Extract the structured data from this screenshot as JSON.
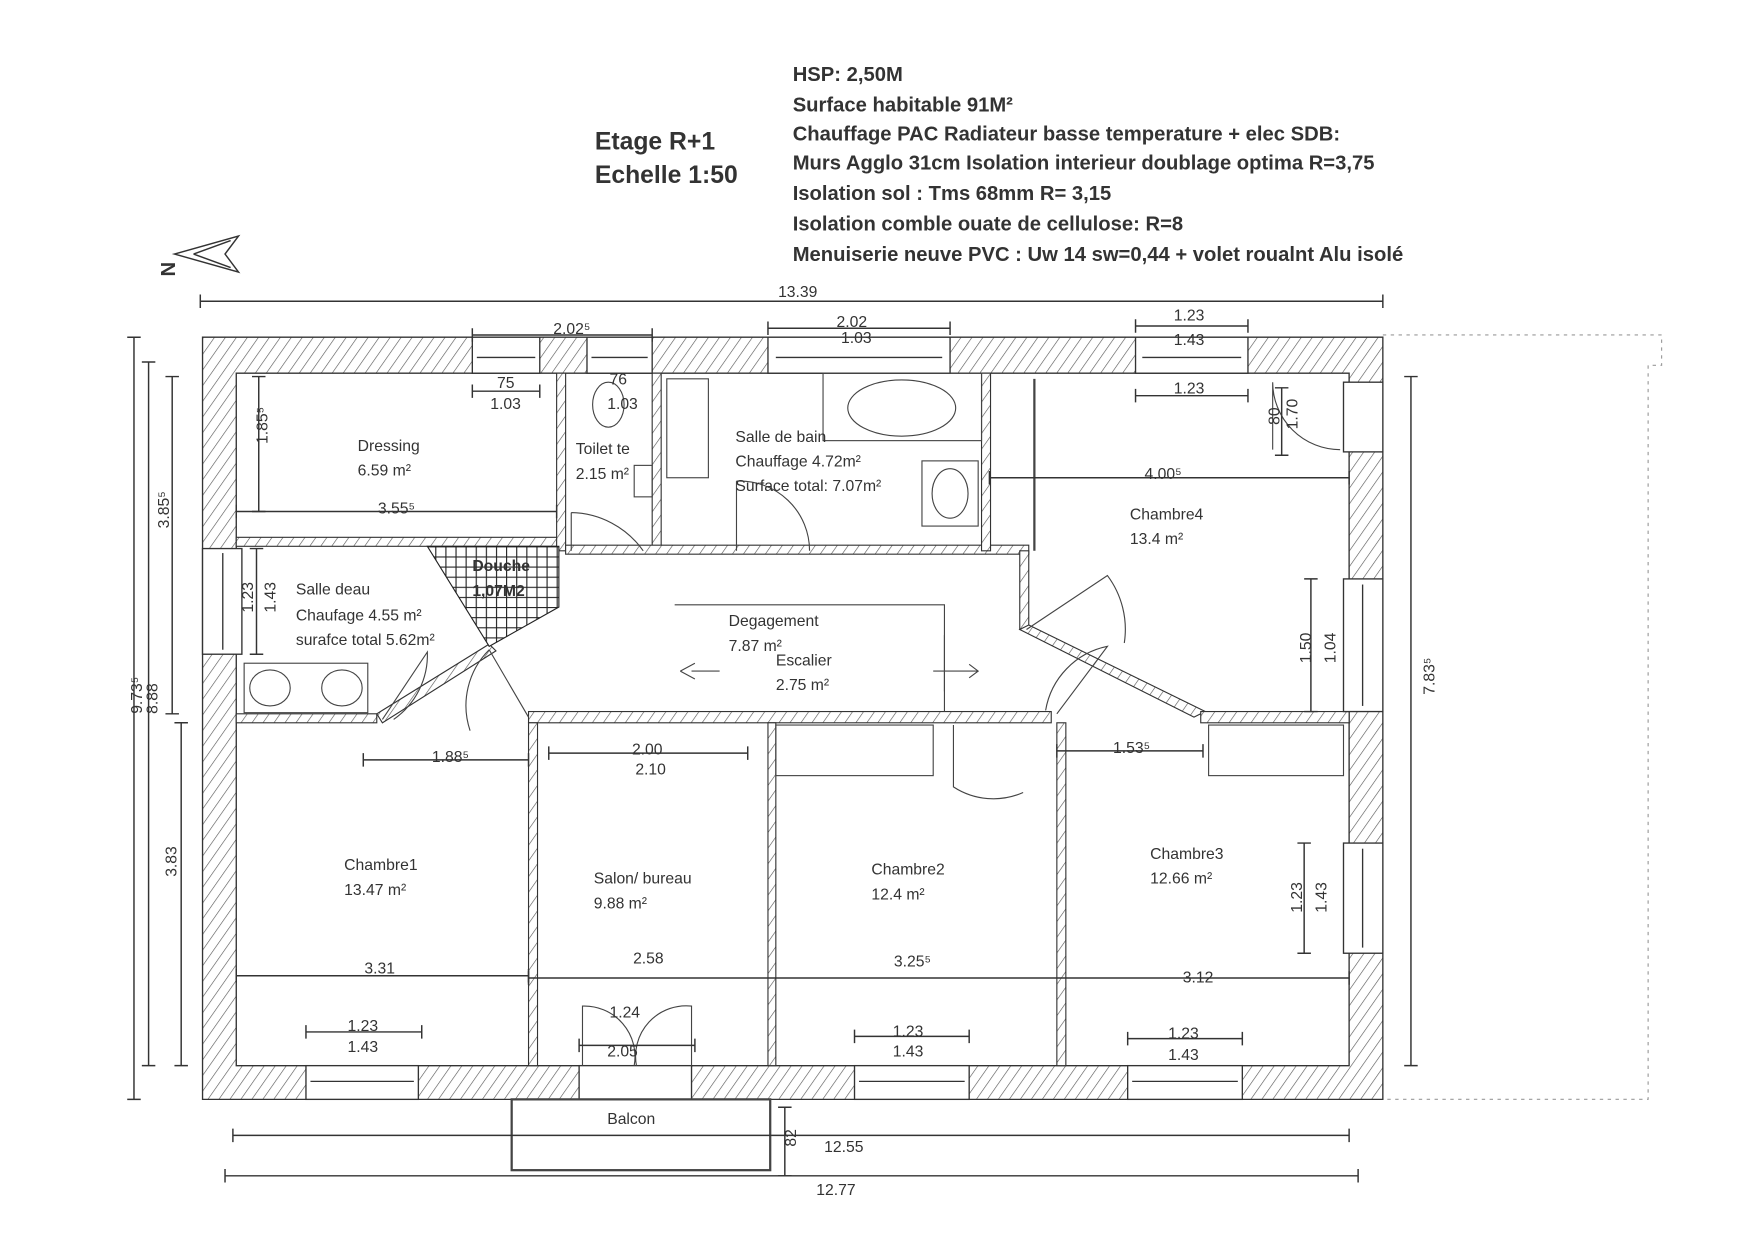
{
  "header": {
    "level": "Etage R+1",
    "scale": "Echelle 1:50",
    "notes": [
      "HSP: 2,50M",
      "Surface habitable 91M²",
      "Chauffage PAC  Radiateur basse temperature + elec SDB:",
      "Murs Agglo 31cm Isolation interieur doublage optima R=3,75",
      "Isolation sol : Tms 68mm R= 3,15",
      "Isolation comble ouate de cellulose: R=8",
      "Menuiserie neuve PVC  : Uw 14 sw=0,44 + volet roualnt Alu isolé"
    ]
  },
  "compass": {
    "label": "N",
    "icon": "north-arrow-icon"
  },
  "rooms": {
    "dressing": {
      "name": "Dressing",
      "area": "6.59 m²"
    },
    "toilette": {
      "name": "Toilet te",
      "area": "2.15 m²"
    },
    "sdb": {
      "name": "Salle de bain",
      "line2": "Chauffage 4.72m²",
      "line3": "Surface total: 7.07m²"
    },
    "chambre4": {
      "name": "Chambre4",
      "area": "13.4 m²"
    },
    "sdeau": {
      "name": "Salle deau",
      "line2": "Chaufage 4.55 m²",
      "line3": "surafce total 5.62m²"
    },
    "douche": {
      "name": "Douche",
      "area": "1,07M2"
    },
    "degagement": {
      "name": "Degagement",
      "area": "7.87 m²"
    },
    "escalier": {
      "name": "Escalier",
      "area": "2.75 m²"
    },
    "chambre1": {
      "name": "Chambre1",
      "area": "13.47 m²"
    },
    "salon": {
      "name": "Salon/ bureau",
      "area": "9.88 m²"
    },
    "chambre2": {
      "name": "Chambre2",
      "area": "12.4 m²"
    },
    "chambre3": {
      "name": "Chambre3",
      "area": "12.66 m²"
    },
    "balcon": {
      "name": "Balcon"
    }
  },
  "dims": [
    "13.39",
    "2.02⁵",
    "2.02",
    "1.03",
    "1.23",
    "1.43",
    "75",
    "1.03",
    "76",
    "1.03",
    "1.23",
    "1.85⁵",
    "3.85⁵",
    "9.73⁵",
    "8.88",
    "3.83",
    "3.55⁵",
    "4.00⁵",
    "1.23",
    "1.43",
    "80",
    "1.70",
    "1.50",
    "1.04",
    "7.83⁵",
    "1.88⁵",
    "2.00",
    "2.10",
    "1.53⁵",
    "3.31",
    "2.58",
    "3.25⁵",
    "3.12",
    "1.23",
    "1.43",
    "1.23",
    "1.43",
    "1.24",
    "2.05",
    "1.23",
    "1.43",
    "1.23",
    "1.43",
    "82",
    "12.55",
    "12.77"
  ]
}
